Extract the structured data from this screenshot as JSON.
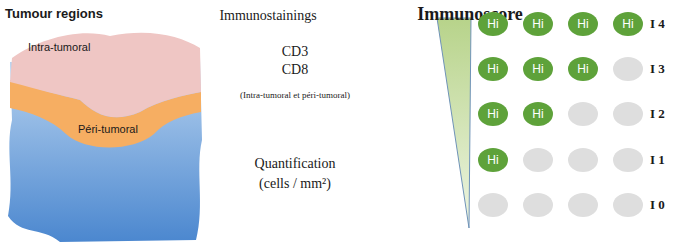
{
  "diagram": {
    "nodes": [
      {
        "text": [
          "Intra-tumoral"
        ]
      },
      {
        "text": [
          "Péri-tumoral"
        ]
      },
      {
        "text": [
          "Hi"
        ]
      },
      {
        "text": [
          "Hi"
        ]
      },
      {
        "text": [
          "Hi"
        ]
      },
      {
        "text": [
          "Hi"
        ]
      },
      {
        "text": [
          "Hi"
        ]
      },
      {
        "text": [
          "Hi"
        ]
      },
      {
        "text": [
          "Hi"
        ]
      },
      {
        "text": [
          "Hi"
        ]
      },
      {
        "text": [
          "Hi"
        ]
      },
      {
        "text": [
          "Hi"
        ]
      }
    ],
    "labels": [
      "Tumour regions",
      "Immunostainings",
      "Immunoscore",
      "CD3",
      "CD8",
      "(Intra-tumoral et péri-tumoral)",
      "Quantification",
      "(cells / mm²)",
      "I 4",
      "I 3",
      "I 2",
      "I 1",
      "I 0"
    ]
  }
}
